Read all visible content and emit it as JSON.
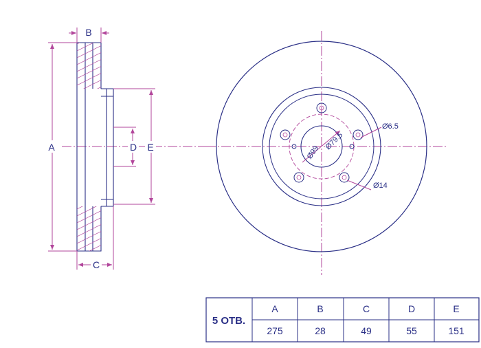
{
  "colors": {
    "outline": "#2a2f86",
    "dimension": "#b2469b",
    "background": "#ffffff"
  },
  "side_view": {
    "labels": {
      "a": "A",
      "b": "B",
      "c": "C",
      "d": "D",
      "e": "E"
    }
  },
  "front_view": {
    "callouts": {
      "hole_small": "Ø6.5",
      "hole_large": "Ø14",
      "pcd": "Ø99",
      "center_bore": "Ø79.5"
    }
  },
  "spec_table": {
    "holes_label": "5 ОТВ.",
    "headers": [
      "A",
      "B",
      "C",
      "D",
      "E"
    ],
    "values": [
      "275",
      "28",
      "49",
      "55",
      "151"
    ]
  }
}
